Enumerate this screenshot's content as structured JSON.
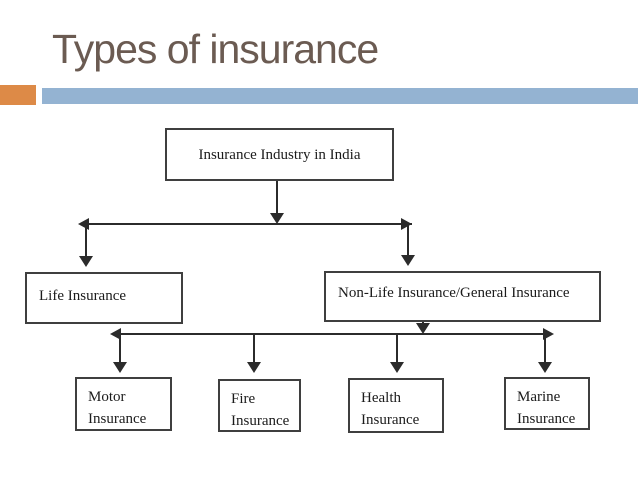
{
  "slide": {
    "title": "Types of insurance"
  },
  "diagram": {
    "type": "hierarchy-flowchart",
    "root": {
      "label": "Insurance Industry in India"
    },
    "life": {
      "label": "Life Insurance"
    },
    "nonlife": {
      "label": "Non-Life Insurance/General Insurance"
    },
    "children": [
      {
        "label": "Motor Insurance"
      },
      {
        "label": "Fire Insurance"
      },
      {
        "label": "Health Insurance"
      },
      {
        "label": "Marine Insurance"
      }
    ]
  },
  "colors": {
    "background": "#ffffff",
    "accent_orange": "#dd8a47",
    "accent_blue": "#94b3d2",
    "title_color": "#6b5b52",
    "line_color": "#2b2b2b",
    "box_border": "#3f3f3f",
    "diagram_text": "#1b1b1b"
  }
}
